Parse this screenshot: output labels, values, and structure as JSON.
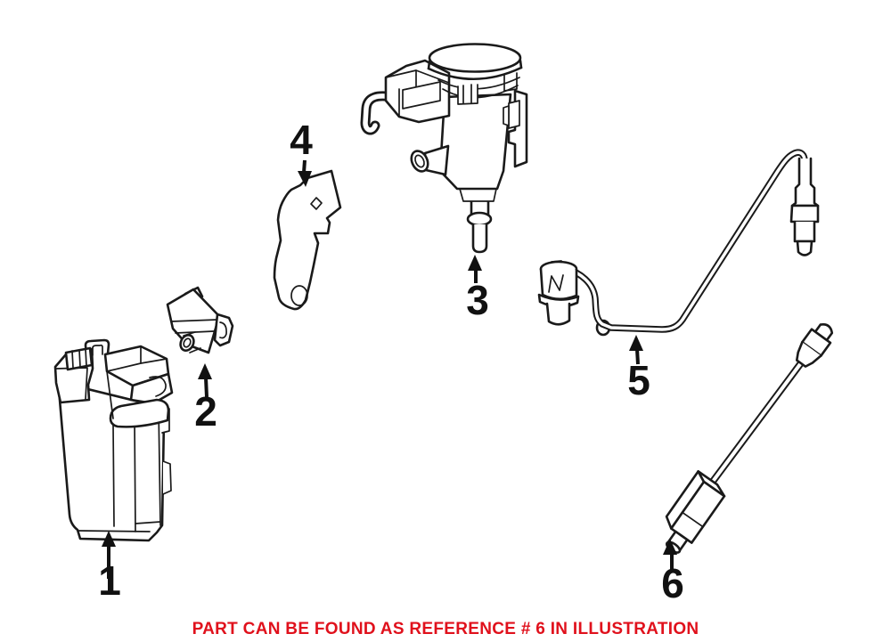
{
  "canvas": {
    "background": "#ffffff",
    "line_color": "#1a1a1a"
  },
  "callouts": [
    {
      "ref": "1"
    },
    {
      "ref": "2"
    },
    {
      "ref": "3"
    },
    {
      "ref": "4"
    },
    {
      "ref": "5"
    },
    {
      "ref": "6"
    }
  ],
  "caption": {
    "text": "PART CAN BE FOUND AS REFERENCE # 6 IN ILLUSTRATION",
    "color": "#e0111c"
  }
}
